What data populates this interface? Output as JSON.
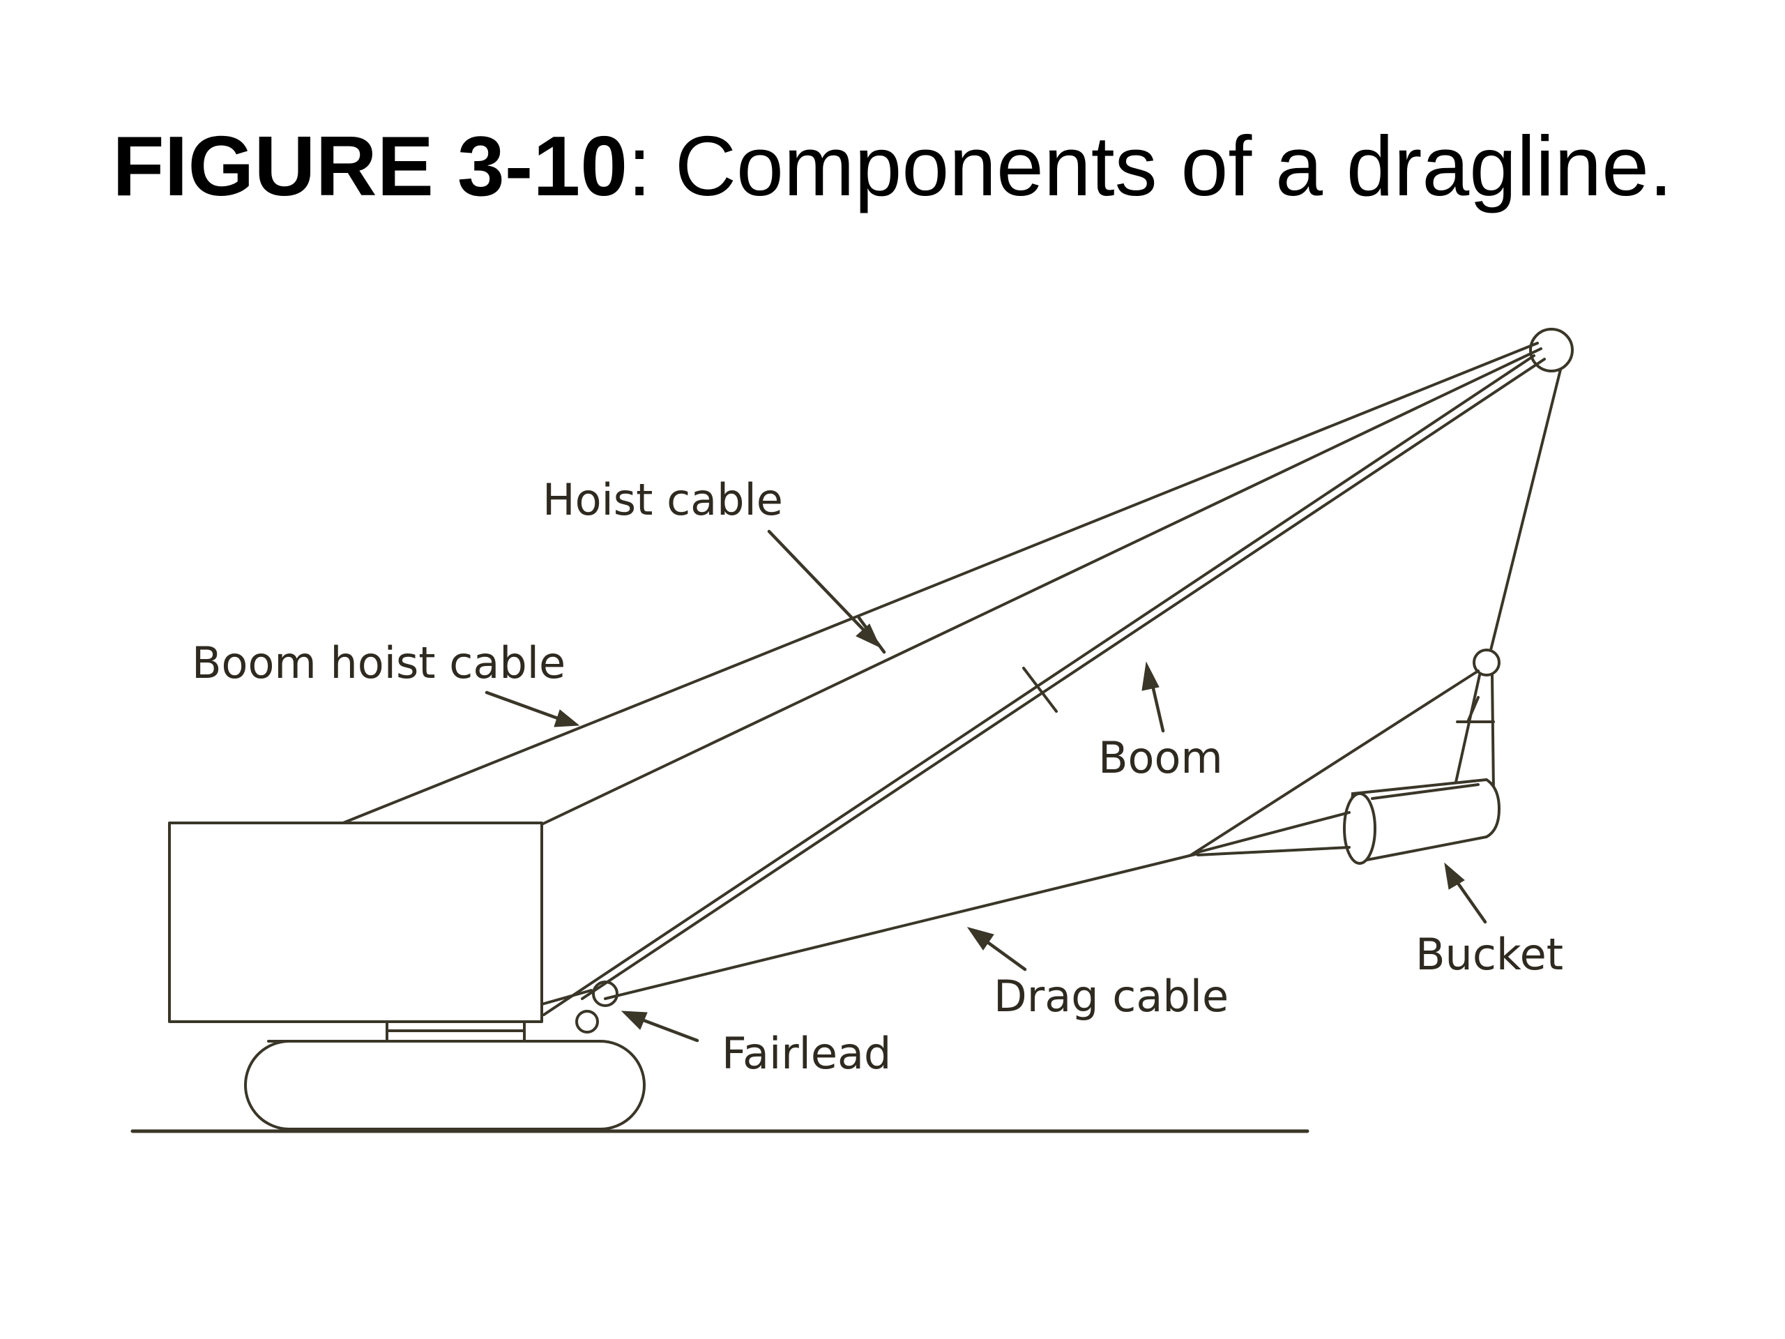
{
  "title": {
    "number": "FIGURE 3-10",
    "text": ": Components of a dragline."
  },
  "labels": {
    "hoist_cable": "Hoist cable",
    "boom_hoist_cable": "Boom hoist cable",
    "boom": "Boom",
    "bucket": "Bucket",
    "drag_cable": "Drag cable",
    "fairlead": "Fairlead"
  },
  "colors": {
    "line": "#3a3628",
    "text": "#2e2a20",
    "background": "#ffffff"
  }
}
